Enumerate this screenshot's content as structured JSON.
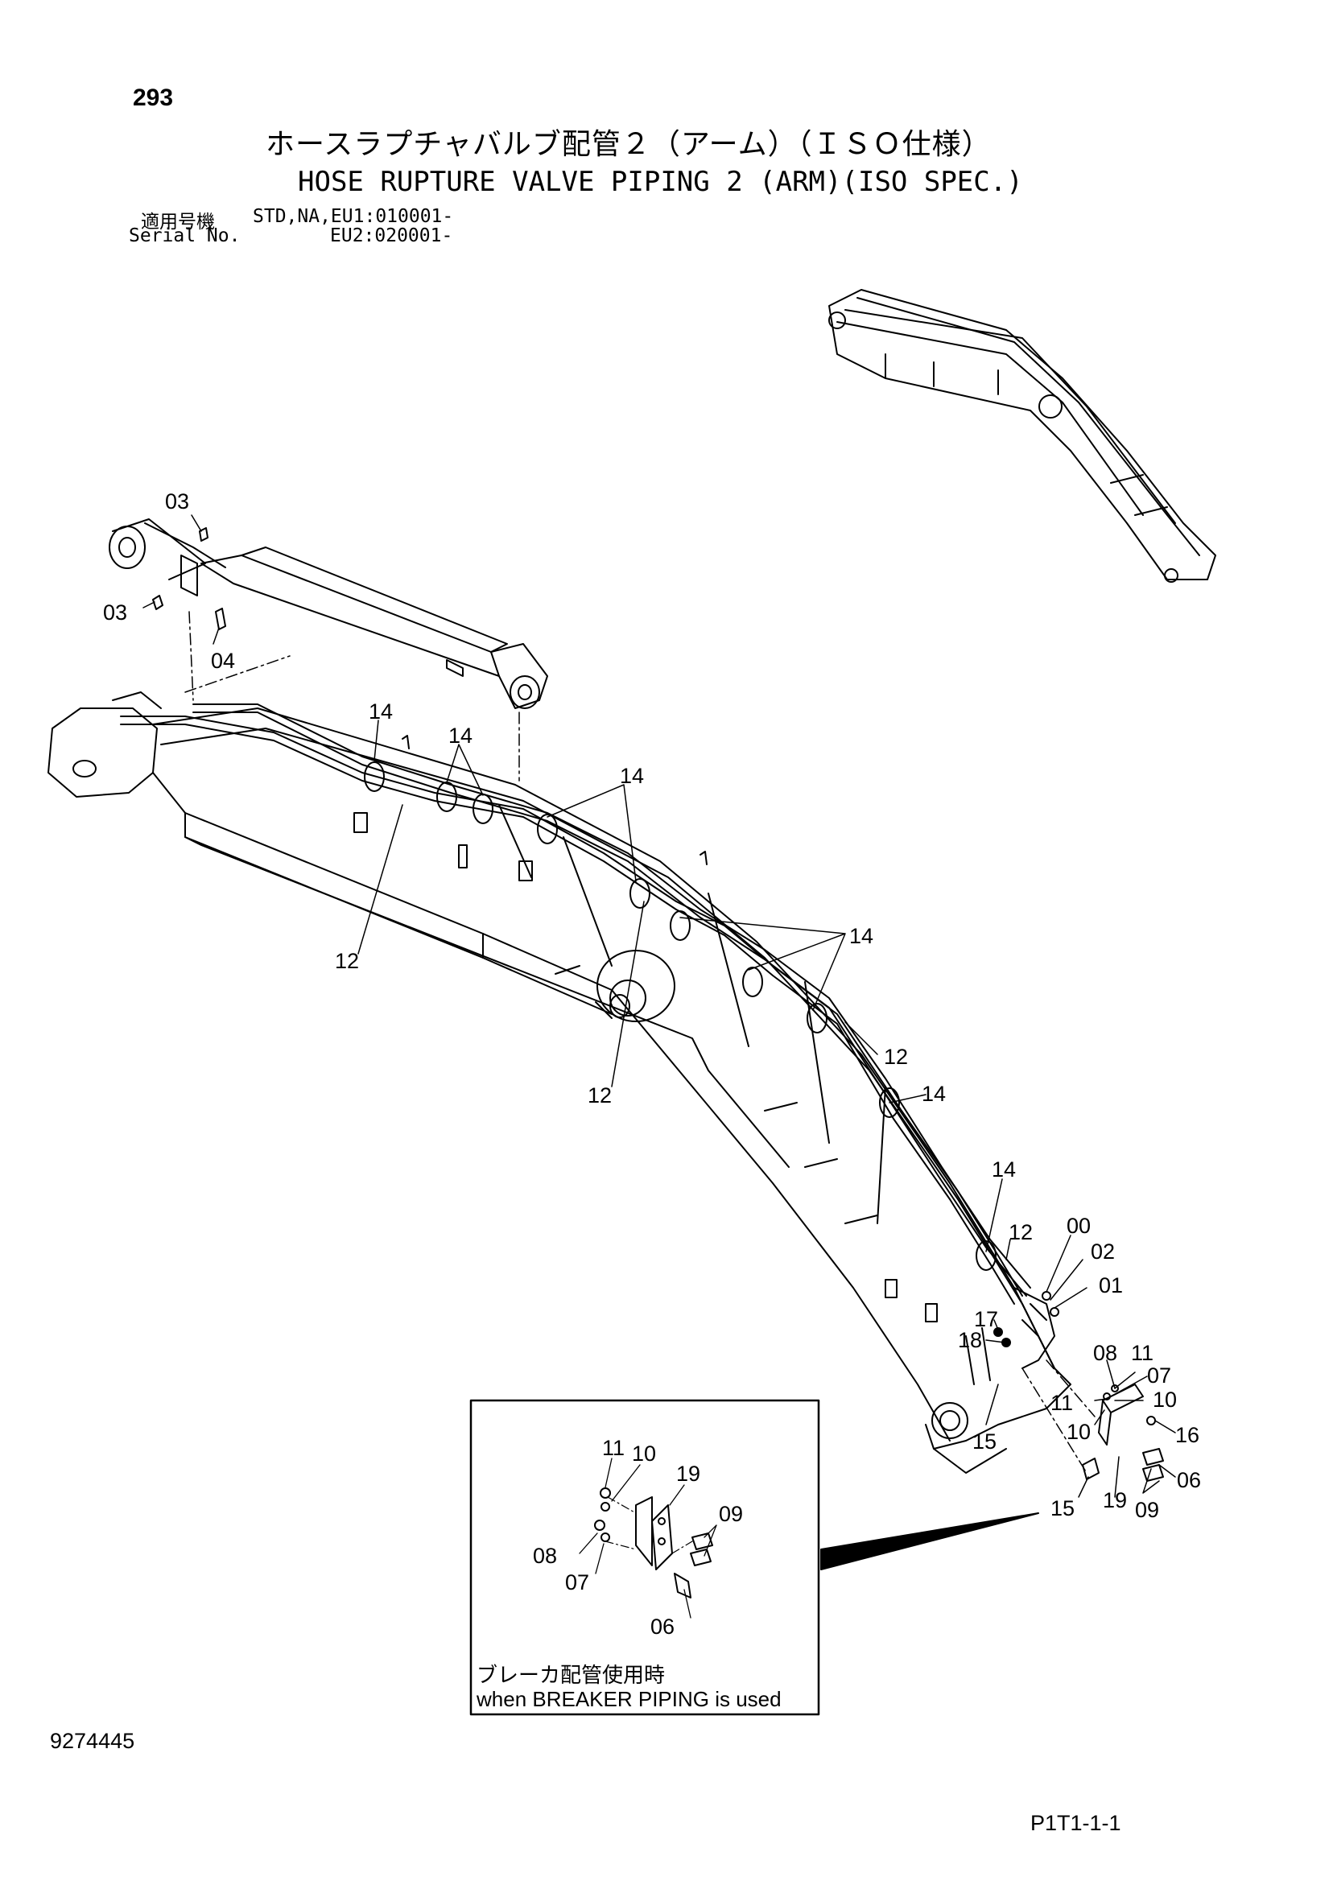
{
  "header": {
    "page_number": "293",
    "title_jp": "ホースラプチャバルブ配管２（アーム）（ＩＳＯ仕様）",
    "title_en": "HOSE RUPTURE VALVE PIPING 2 (ARM)(ISO SPEC.)",
    "applicable_label": "適用号機",
    "serial_label": "Serial No.",
    "serial_line_1": "STD,NA,EU1:010001-",
    "serial_line_2": "EU2:020001-"
  },
  "callouts": {
    "c03a": "03",
    "c03b": "03",
    "c04": "04",
    "c14a": "14",
    "c14b": "14",
    "c14c": "14",
    "c14d": "14",
    "c14e": "14",
    "c14f": "14",
    "c12a": "12",
    "c12b": "12",
    "c12c": "12",
    "c12d": "12",
    "c00": "00",
    "c02": "02",
    "c01": "01",
    "c17": "17",
    "c18": "18",
    "c15a": "15",
    "c08": "08",
    "c11a": "11",
    "c07": "07",
    "c11b": "11",
    "c10a": "10",
    "c10b": "10",
    "c16": "16",
    "c06": "06",
    "c19": "19",
    "c09": "09",
    "c15b": "15"
  },
  "inset": {
    "callouts": {
      "i11": "11",
      "i10": "10",
      "i19": "19",
      "i09": "09",
      "i08": "08",
      "i07": "07",
      "i06": "06"
    },
    "caption_jp": "ブレーカ配管使用時",
    "caption_en": "when BREAKER PIPING is used"
  },
  "footer": {
    "doc_number": "9274445",
    "page_ref": "P1T1-1-1"
  }
}
